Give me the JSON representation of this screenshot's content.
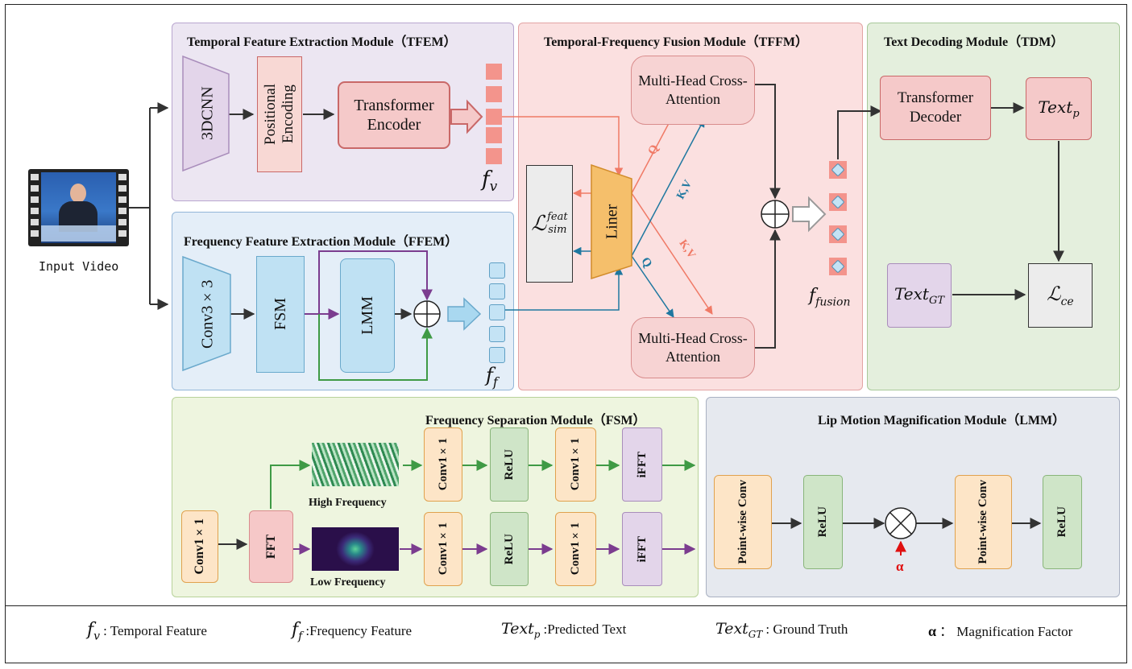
{
  "input": {
    "label": "Input Video"
  },
  "tfem": {
    "title": "Temporal Feature Extraction Module（TFEM）",
    "cnn": "3DCNN",
    "pos_enc": "Positional Encoding",
    "encoder": "Transformer Encoder",
    "out": "f",
    "out_sub": "v"
  },
  "ffem": {
    "title": "Frequency Feature Extraction Module（FFEM）",
    "conv": "Conv3×3",
    "fsm": "FSM",
    "lmm": "LMM",
    "out": "f",
    "out_sub": "f"
  },
  "tffm": {
    "title": "Temporal-Frequency Fusion Module（TFFM）",
    "attn_top": "Multi-Head Cross-Attention",
    "attn_bottom": "Multi-Head Cross-Attention",
    "liner": "Liner",
    "loss_main": "ℒ",
    "loss_sup": "feat",
    "loss_sub": "sim",
    "q_top": "Q",
    "kv_top": "K,V",
    "q_bottom": "Q",
    "kv_bottom": "K,V",
    "out": "f",
    "out_sub": "fusion"
  },
  "tdm": {
    "title": "Text Decoding Module（TDM）",
    "decoder": "Transformer Decoder",
    "text_p": "Text",
    "text_p_sub": "p",
    "text_gt": "Text",
    "text_gt_sub": "GT",
    "loss": "ℒ",
    "loss_sub": "ce"
  },
  "fsm": {
    "title": "Frequency Separation Module（FSM）",
    "conv_in": "Conv1×1",
    "fft": "FFT",
    "high_label": "High Frequency",
    "low_label": "Low Frequency",
    "high_row": [
      "Conv1×1",
      "ReLU",
      "Conv1×1",
      "iFFT"
    ],
    "low_row": [
      "Conv1×1",
      "ReLU",
      "Conv1×1",
      "iFFT"
    ]
  },
  "lmm": {
    "title": "Lip Motion Magnification Module（LMM）",
    "pw1": "Point-wise Conv",
    "relu1": "ReLU",
    "alpha": "α",
    "pw2": "Point-wise Conv",
    "relu2": "ReLU"
  },
  "legend": [
    {
      "sym": "f",
      "sub": "v",
      "desc": ": Temporal Feature"
    },
    {
      "sym": "f",
      "sub": "f",
      "desc": ":Frequency Feature"
    },
    {
      "sym": "Text",
      "sub": "p",
      "desc": ":Predicted Text"
    },
    {
      "sym": "Text",
      "sub": "GT",
      "desc": ": Ground Truth"
    },
    {
      "sym": "α",
      "sub": "",
      "desc": "： Magnification Factor"
    }
  ],
  "colors": {
    "tfem_bg": "#ece6f2",
    "ffem_bg": "#e4eef8",
    "tffm_bg": "#fbe0e0",
    "tdm_bg": "#e4efdd",
    "fsm_bg": "#eef5df",
    "lmm_bg": "#e6e9ef",
    "arrow_dark": "#333333",
    "arrow_purple": "#7b3c8f",
    "arrow_green": "#3f9a45",
    "arrow_salmon": "#f07a66",
    "arrow_teal": "#1f78a0",
    "alpha": "#e01010"
  }
}
